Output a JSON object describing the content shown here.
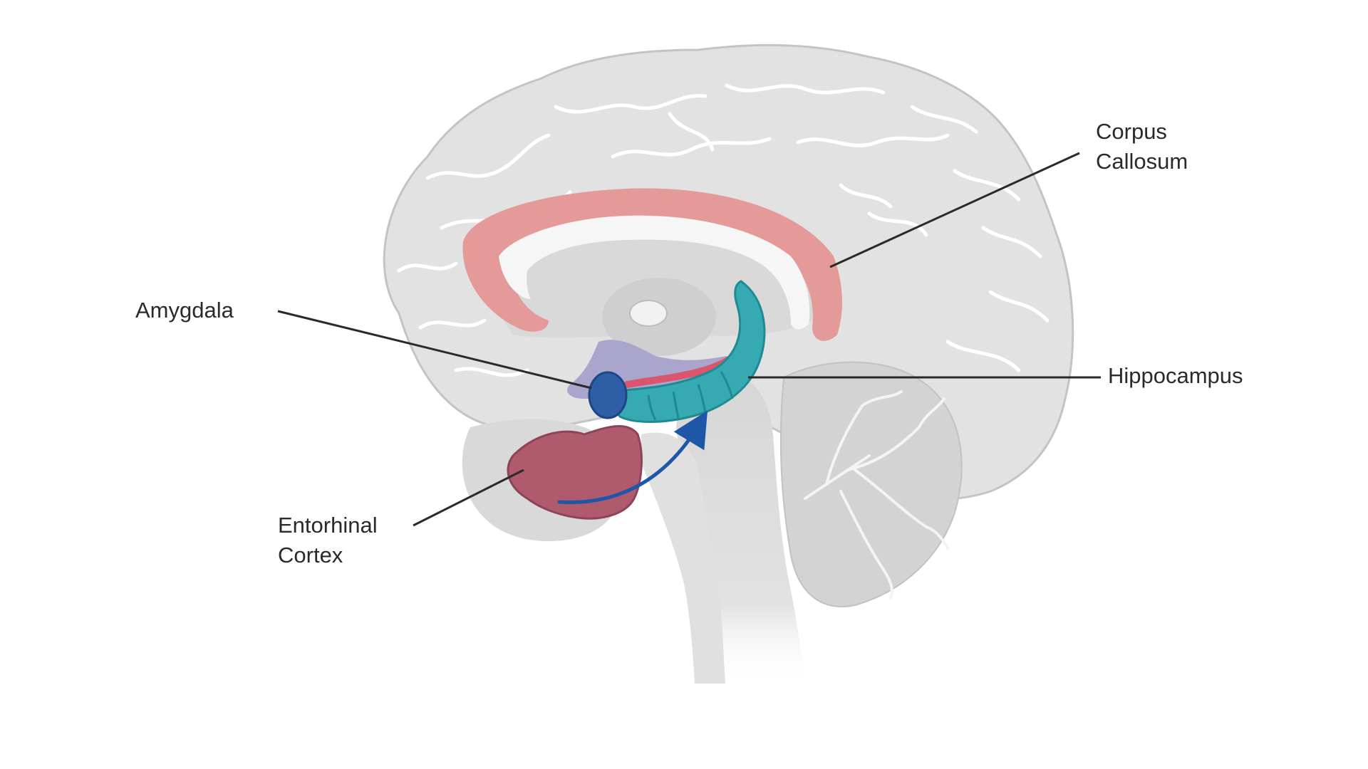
{
  "labels": {
    "corpus_callosum": [
      "Corpus",
      "Callosum"
    ],
    "amygdala": "Amygdala",
    "hippocampus": "Hippocampus",
    "entorhinal_cortex": [
      "Entorhinal",
      "Cortex"
    ]
  },
  "colors": {
    "background": "#ffffff",
    "cortex": "#e2e2e2",
    "cortex_outline": "#c4c4c4",
    "sulci": "#ffffff",
    "corpus_callosum": "#e59a9a",
    "corpus_callosum_core": "#f6f6f6",
    "hippocampus": "#35aab2",
    "hippocampus_dark": "#1f8a92",
    "fornix_red": "#d9566e",
    "amygdala": "#2e5fa6",
    "amygdala_dark": "#1e4584",
    "entorhinal_cortex": "#b05a6e",
    "thalamus_region": "#a9a5cc",
    "brainstem": "#d6d6d6",
    "cerebellum": "#d3d3d3",
    "arrow": "#1f57a8",
    "leader_line": "#2a2a2a",
    "label_text": "#2a2a2a"
  }
}
